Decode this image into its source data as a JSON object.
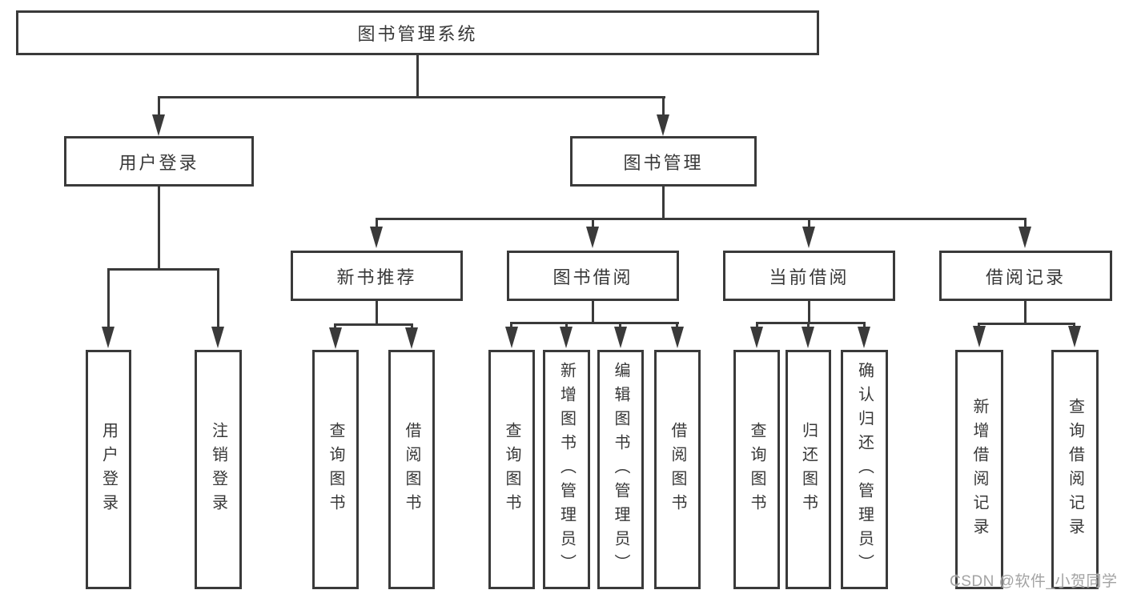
{
  "tree": {
    "label": "图书管理系统",
    "children": [
      {
        "label": "用户登录",
        "children": [
          {
            "label": "用户登录"
          },
          {
            "label": "注销登录"
          }
        ]
      },
      {
        "label": "图书管理",
        "children": [
          {
            "label": "新书推荐",
            "children": [
              {
                "label": "查询图书"
              },
              {
                "label": "借阅图书"
              }
            ]
          },
          {
            "label": "图书借阅",
            "children": [
              {
                "label": "查询图书"
              },
              {
                "label": "新增图书（管理员）"
              },
              {
                "label": "编辑图书（管理员）"
              },
              {
                "label": "借阅图书"
              }
            ]
          },
          {
            "label": "当前借阅",
            "children": [
              {
                "label": "查询图书"
              },
              {
                "label": "归还图书"
              },
              {
                "label": "确认归还（管理员）"
              }
            ]
          },
          {
            "label": "借阅记录",
            "children": [
              {
                "label": "新增借阅记录"
              },
              {
                "label": "查询借阅记录"
              }
            ]
          }
        ]
      }
    ]
  },
  "watermark": {
    "text": "CSDN @软件_小贺同学"
  },
  "colors": {
    "line": "#3a3a3a",
    "text": "#383838",
    "watermark": "#a3a3a3",
    "background": "#ffffff"
  }
}
